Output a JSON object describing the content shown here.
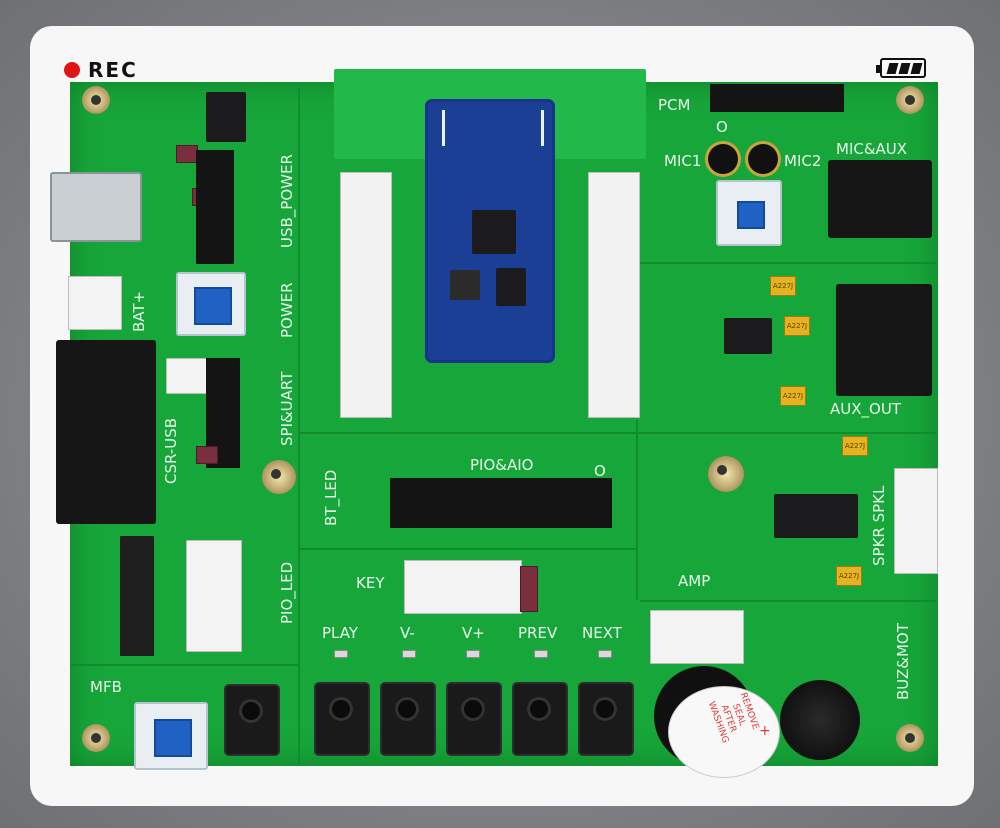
{
  "overlay": {
    "rec_label": "REC",
    "rec_color": "#e01515",
    "battery_icon": "battery-full-icon"
  },
  "board": {
    "color": "#17a63a",
    "labels": {
      "usb_power": "USB_POWER",
      "bat": "BAT+",
      "power": "POWER",
      "spi_uart": "SPI&UART",
      "csr_usb": "CSR-USB",
      "pio_led": "PIO_LED",
      "bt_led": "BT_LED",
      "pio_aio": "PIO&AIO",
      "pcm": "PCM",
      "mic1": "MIC1",
      "mic2": "MIC2",
      "mic_aux": "MIC&AUX",
      "aux_out": "AUX_OUT",
      "spkr_spkl": "SPKR SPKL",
      "amp": "AMP",
      "key": "KEY",
      "play": "PLAY",
      "vminus": "V-",
      "vplus": "V+",
      "prev": "PREV",
      "next": "NEXT",
      "mfb": "MFB",
      "buz_mot": "BUZ&MOT",
      "o_mark": "O"
    },
    "buzzer_sticker": {
      "lines": [
        "REMOVE",
        "SEAL",
        "AFTER",
        "WASHING"
      ],
      "plus": "+"
    },
    "cap_marking": "A227J"
  }
}
